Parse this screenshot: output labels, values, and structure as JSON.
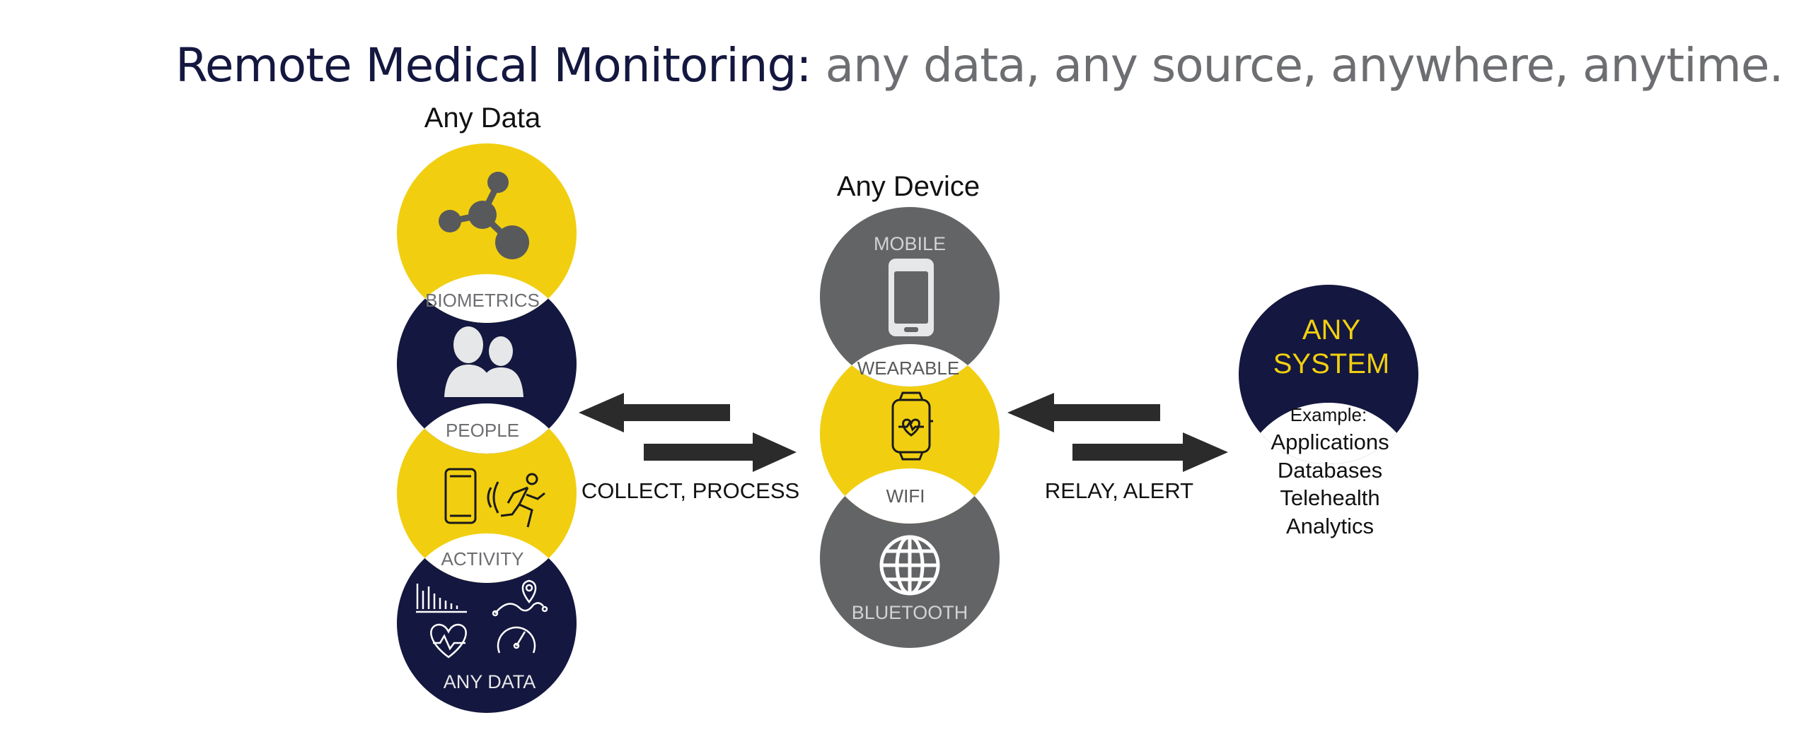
{
  "header": {
    "title_main": "Remote Medical Monitoring:",
    "title_rest": " any data, any source, anywhere, anytime."
  },
  "sections": {
    "any_data": "Any Data",
    "any_device": "Any Device"
  },
  "data_circles": {
    "biometrics": "BIOMETRICS",
    "people": "PEOPLE",
    "activity": "ACTIVITY",
    "any_data": "ANY DATA"
  },
  "device_circles": {
    "mobile": "MOBILE",
    "wearable": "WEARABLE",
    "wifi": "WIFI",
    "bluetooth": "BLUETOOTH"
  },
  "arrows": {
    "left_label": "COLLECT, PROCESS",
    "right_label": "RELAY, ALERT"
  },
  "system": {
    "line1": "ANY",
    "line2": "SYSTEM",
    "example_label": "Example:",
    "items": [
      "Applications",
      "Databases",
      "Telehealth",
      "Analytics"
    ]
  },
  "colors": {
    "navy": "#14173f",
    "yellow": "#f1cf10",
    "gray": "#636466",
    "arrow": "#2b2b2b",
    "title_gray": "#6d6e71"
  }
}
